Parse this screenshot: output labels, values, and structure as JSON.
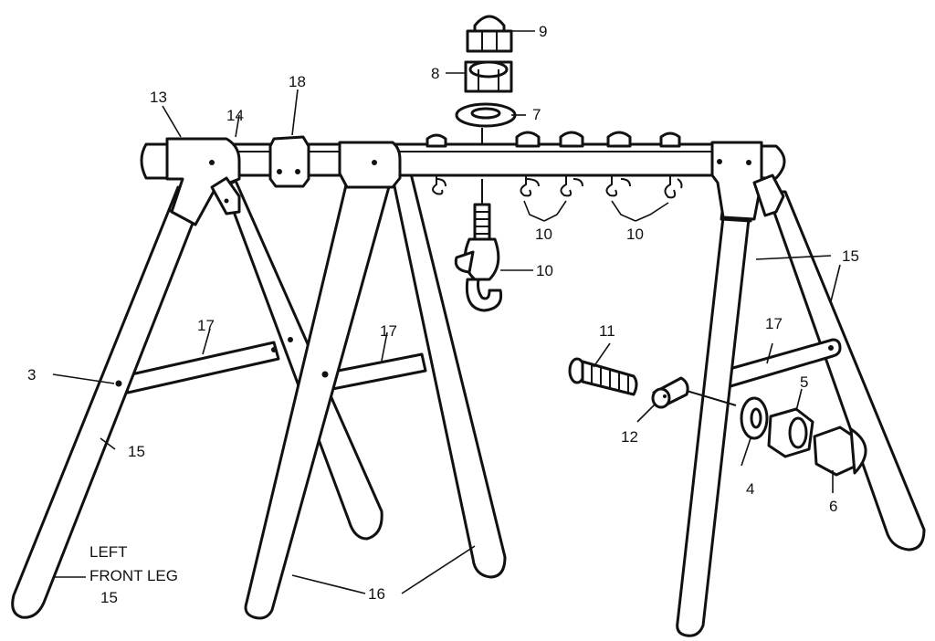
{
  "labels": {
    "l3": "3",
    "l4": "4",
    "l5": "5",
    "l6": "6",
    "l7": "7",
    "l8": "8",
    "l9": "9",
    "l10a": "10",
    "l10b": "10",
    "l10c": "10",
    "l11": "11",
    "l12": "12",
    "l13": "13",
    "l14": "14",
    "l15a": "15",
    "l15b": "15",
    "l15c": "15",
    "l16": "16",
    "l17a": "17",
    "l17b": "17",
    "l17c": "17",
    "l18": "18",
    "left_front_leg_line1": "LEFT",
    "left_front_leg_line2": "FRONT LEG"
  },
  "colors": {
    "ink": "#111111",
    "paper": "#ffffff"
  }
}
